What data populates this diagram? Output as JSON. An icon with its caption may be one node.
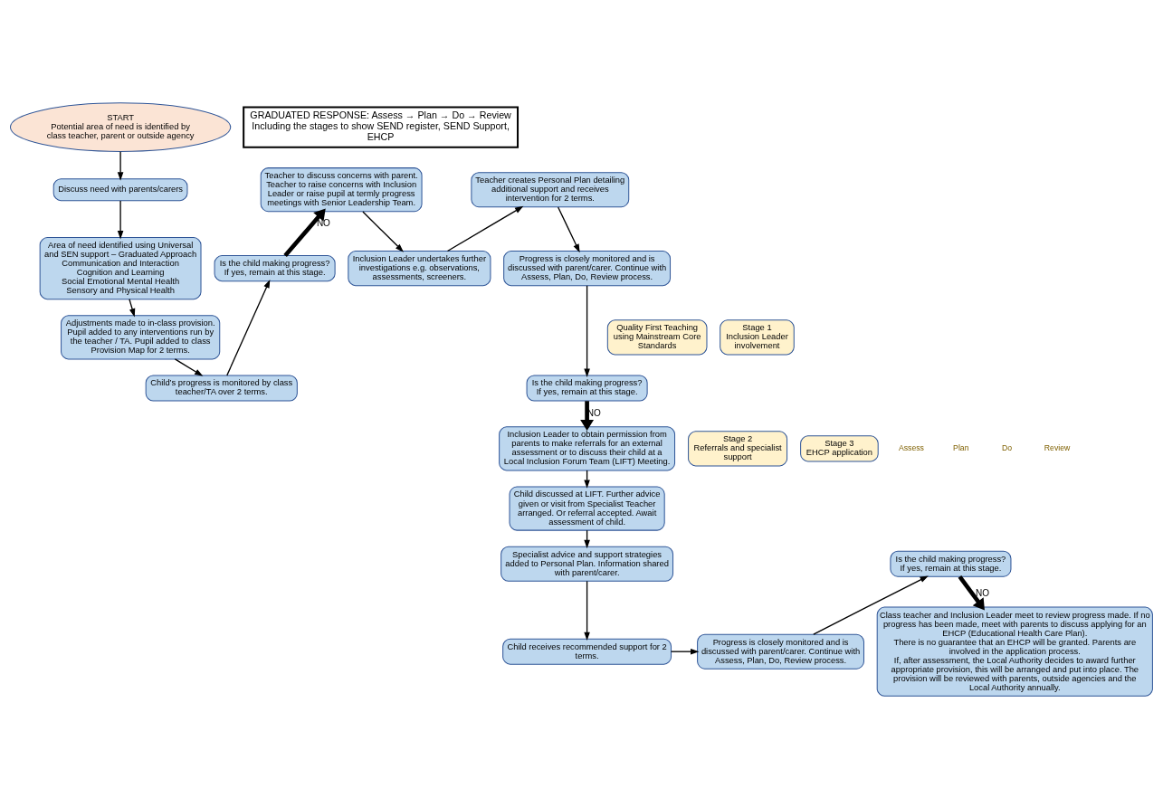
{
  "diagram": {
    "nodes": [
      {
        "text": [
          "START",
          "Potential area of need is identified by class teacher, parent or outside agency"
        ]
      },
      {
        "text": [
          "GRADUATED RESPONSE: Assess → Plan → Do → Review",
          "Including the stages to show SEND register, SEND Support, EHCP"
        ]
      },
      {
        "text": [
          "Discuss need with parents/carers"
        ]
      },
      {
        "text": [
          "Area of need identified using Universal and SEN support – Graduated Approach",
          "Communication and Interaction",
          "Cognition and Learning",
          "Social Emotional Mental Health",
          "Sensory and Physical Health"
        ]
      },
      {
        "text": [
          "Adjustments made to in-class provision. Pupil added to any interventions run by the teacher / TA. Pupil added to class Provision Map for 2 terms."
        ]
      },
      {
        "text": [
          "Child’s progress is monitored by class teacher/TA over 2 terms."
        ]
      },
      {
        "text": [
          "Is the child making progress?",
          "If yes, remain at this stage."
        ]
      },
      {
        "text": [
          "Quality First Teaching",
          "using Mainstream Core Standards"
        ]
      },
      {
        "text": [
          "Teacher to discuss concerns with parent.",
          "Teacher to raise concerns with Inclusion Leader or raise pupil at termly progress meetings with Senior Leadership Team."
        ]
      },
      {
        "text": [
          "Inclusion Leader undertakes further investigations e.g. observations, assessments, screeners."
        ]
      },
      {
        "text": [
          "Stage 1",
          "Inclusion Leader involvement"
        ]
      },
      {
        "text": [
          "Teacher creates Personal Plan detailing additional support and receives intervention for 2 terms."
        ]
      },
      {
        "text": [
          "Progress is closely monitored and is discussed with parent/carer. Continue with Assess, Plan, Do, Review process."
        ]
      },
      {
        "text": [
          "Is the child making progress?",
          "If yes, remain at this stage."
        ]
      },
      {
        "text": [
          "Inclusion Leader to obtain permission from parents to make referrals for an external assessment or to discuss their child at a Local Inclusion Forum Team (LIFT) Meeting."
        ]
      },
      {
        "text": [
          "Child discussed at LIFT. Further advice given or visit from Specialist Teacher arranged. Or referral accepted. Await assessment of child."
        ]
      },
      {
        "text": [
          "Specialist advice and support strategies added to Personal Plan. Information shared with parent/carer."
        ]
      },
      {
        "text": [
          "Child receives recommended support for 2 terms."
        ]
      },
      {
        "text": [
          "Progress is closely monitored and is discussed with parent/carer. Continue with Assess, Plan, Do, Review process."
        ]
      },
      {
        "text": [
          "Is the child making progress?",
          "If yes, remain at this stage."
        ]
      },
      {
        "text": [
          "Stage 2",
          "Referrals and specialist support"
        ]
      },
      {
        "text": [
          "Stage 3",
          "EHCP application"
        ]
      },
      {
        "text": [
          "Class teacher and Inclusion Leader meet to review progress made. If no progress has been made, meet with parents to discuss applying for an EHCP (Educational Health Care Plan).",
          "There is no guarantee that an EHCP will be granted. Parents are involved in the application process.",
          "If, after assessment, the Local Authority decides to award further appropriate provision, this will be arranged and put into place. The provision will be reviewed with parents, outside agencies and the Local Authority annually."
        ]
      }
    ],
    "edges": [
      {
        "from": 0,
        "to": 2,
        "arrow": "to"
      },
      {
        "from": 2,
        "to": 3,
        "arrow": "to"
      },
      {
        "from": 3,
        "to": 4,
        "arrow": "to"
      },
      {
        "from": 4,
        "to": 5,
        "arrow": "to"
      },
      {
        "from": 5,
        "to": 6,
        "arrow": "to"
      },
      {
        "from": 6,
        "to": 8,
        "arrow": "to",
        "label": "NO",
        "style": "thick"
      },
      {
        "from": 8,
        "to": 9,
        "arrow": "to"
      },
      {
        "from": 9,
        "to": 11,
        "arrow": "to"
      },
      {
        "from": 11,
        "to": 12,
        "arrow": "to"
      },
      {
        "from": 12,
        "to": 13,
        "arrow": "to"
      },
      {
        "from": 13,
        "to": 14,
        "arrow": "to",
        "label": "NO",
        "style": "thick"
      },
      {
        "from": 14,
        "to": 15,
        "arrow": "to"
      },
      {
        "from": 15,
        "to": 16,
        "arrow": "to"
      },
      {
        "from": 16,
        "to": 17,
        "arrow": "to"
      },
      {
        "from": 17,
        "to": 18,
        "arrow": "to"
      },
      {
        "from": 18,
        "to": 19,
        "arrow": "to"
      },
      {
        "from": 19,
        "to": 22,
        "arrow": "to",
        "label": "NO",
        "style": "thick"
      }
    ],
    "labels": [
      "Assess",
      "Plan",
      "Do",
      "Review"
    ]
  }
}
